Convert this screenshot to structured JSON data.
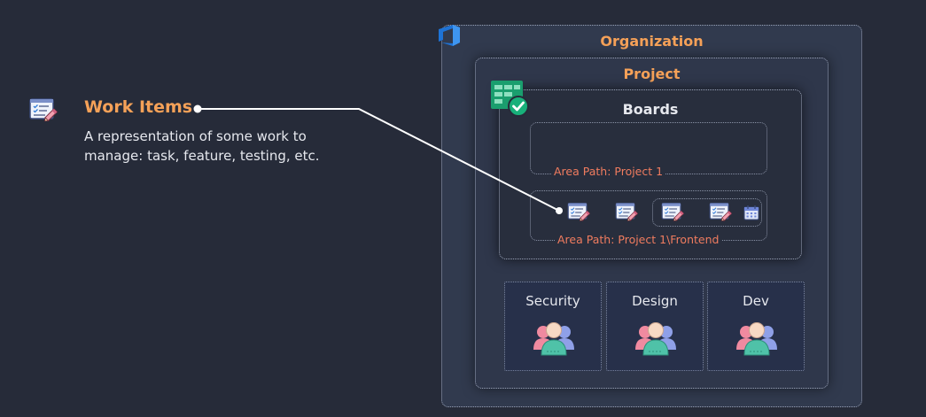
{
  "callout": {
    "title": "Work Items",
    "description": "A representation of some work to manage: task, feature, testing, etc.",
    "icon": "work-item-icon"
  },
  "diagram": {
    "organization": {
      "title": "Organization",
      "icon": "azure-devops-logo-icon"
    },
    "project": {
      "title": "Project"
    },
    "boards": {
      "title": "Boards",
      "icon": "azure-boards-icon"
    },
    "area_paths": [
      {
        "label": "Area Path: Project 1"
      },
      {
        "label": "Area Path: Project 1\\Frontend"
      }
    ],
    "teams": [
      {
        "name": "Security",
        "icon": "team-icon"
      },
      {
        "name": "Design",
        "icon": "team-icon"
      },
      {
        "name": "Dev",
        "icon": "team-icon"
      }
    ]
  },
  "colors": {
    "background": "#262b39",
    "accent_orange": "#f5a158",
    "area_label": "#f07c5f",
    "boards_green": "#1aa370",
    "azure_blue": "#1e73d6"
  }
}
